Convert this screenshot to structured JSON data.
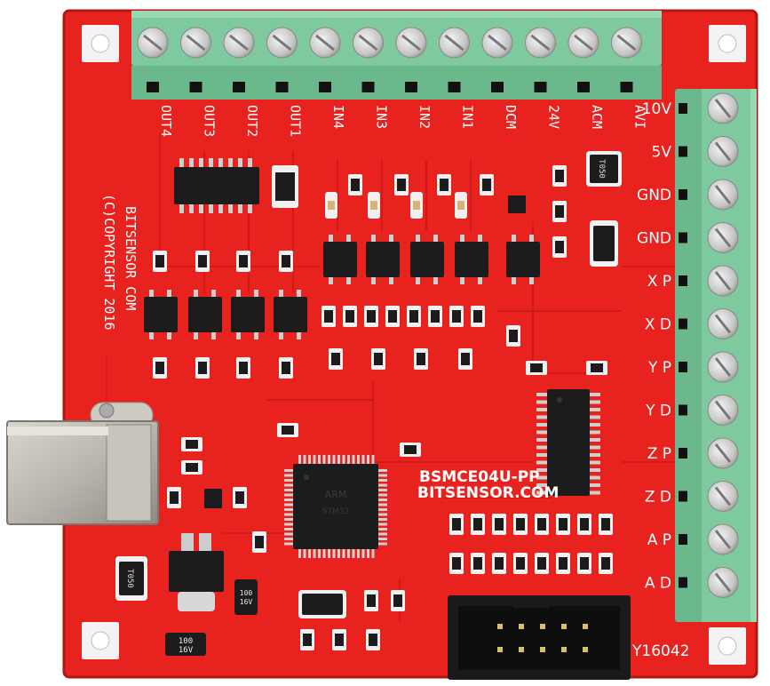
{
  "top_terminal_labels": [
    "OUT4",
    "OUT3",
    "OUT2",
    "OUT1",
    "IN4",
    "IN3",
    "IN2",
    "IN1",
    "DCM",
    "24V",
    "ACM",
    "AVI"
  ],
  "right_terminal_labels": [
    "10V",
    "5V",
    "GND",
    "GND",
    "X P",
    "X D",
    "Y P",
    "Y D",
    "Z P",
    "Z D",
    "A P",
    "A D"
  ],
  "vendor_line1": "BITSENSOR COM",
  "vendor_line2": "(C)COPYRIGHT 2016",
  "board_model": "BSMCE04U-PP",
  "board_url": "BITSENSOR.COM",
  "corner_code": "Y16042",
  "cap_top_right": "T050",
  "cap_left": "T050",
  "cap_small_1": "100\n16V",
  "cap_small_2": "100\n16V",
  "colors": {
    "pcb": "#e8231f",
    "terminal": "#79c49a",
    "terminal_dark": "#5aa27b",
    "chip": "#1c1c1c",
    "silk": "#ffffff"
  }
}
